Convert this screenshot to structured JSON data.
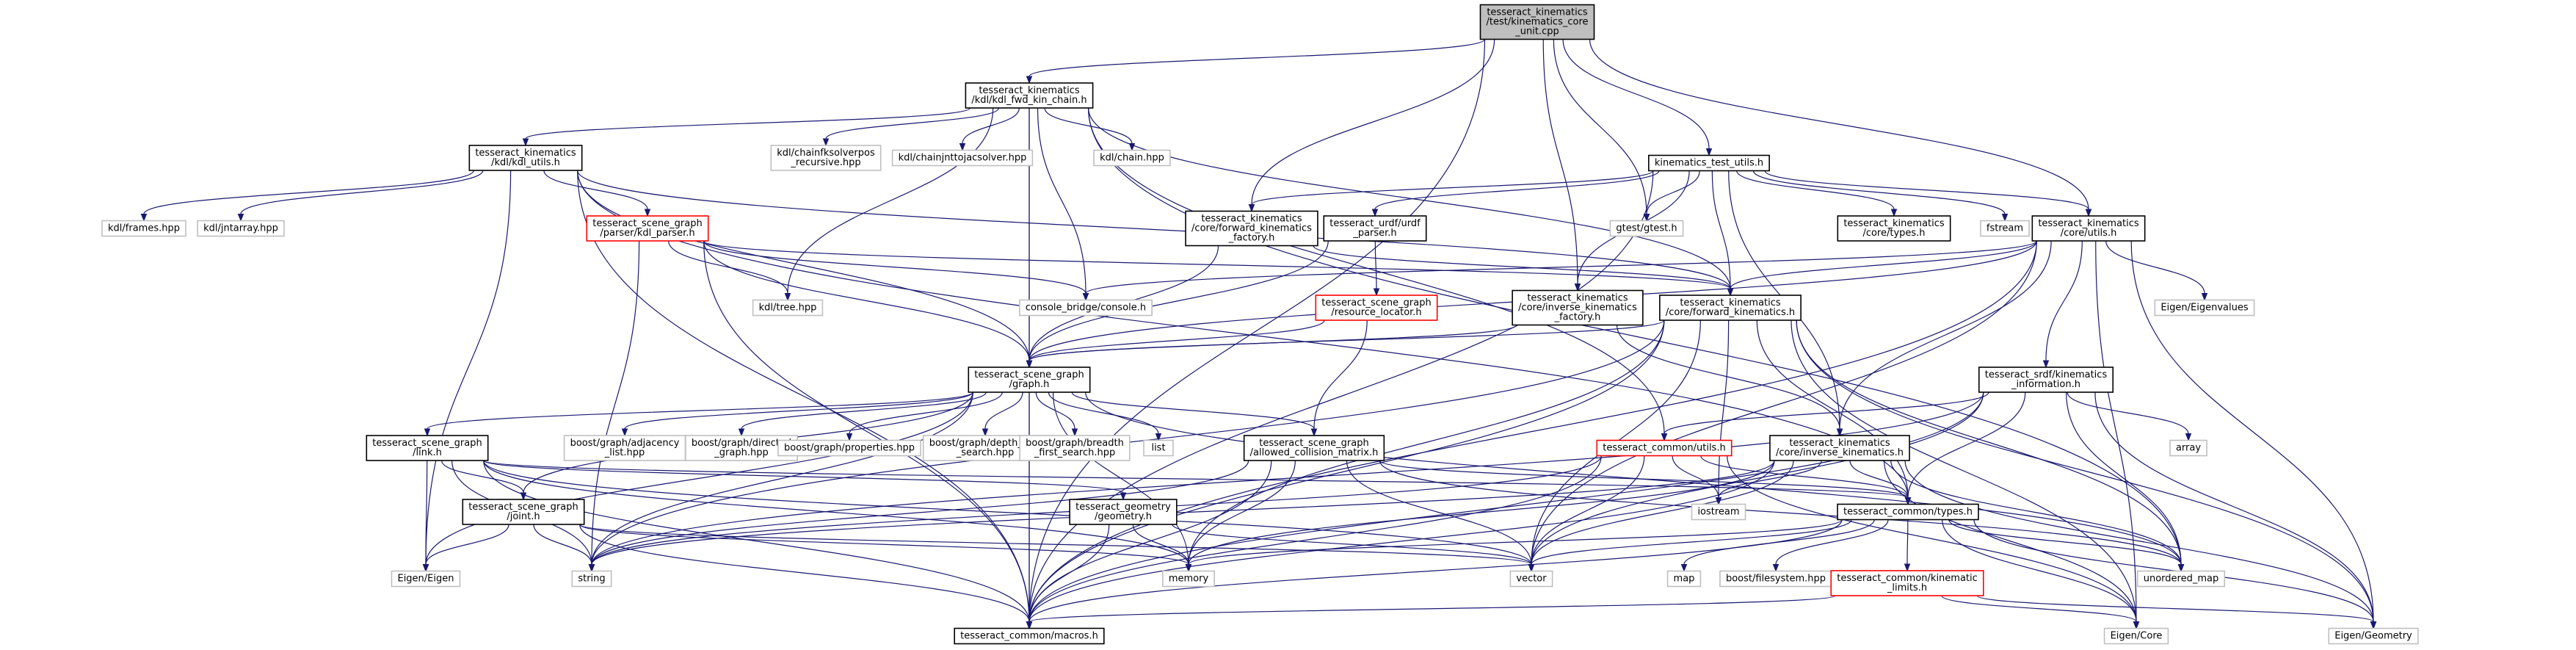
{
  "diagram": {
    "type": "include-dependency-graph",
    "colors": {
      "edge": "#191970",
      "root_fill": "#bfbfbf",
      "normal_border": "#000000",
      "truncated_border": "#ff0000",
      "external_border": "#bfbfbf"
    },
    "nodes": [
      {
        "id": "root",
        "style": "root",
        "lines": [
          "tesseract_kinematics",
          "/test/kinematics_core",
          "_unit.cpp"
        ]
      },
      {
        "id": "kdl_fwd",
        "style": "normal",
        "lines": [
          "tesseract_kinematics",
          "/kdl/kdl_fwd_kin_chain.h"
        ]
      },
      {
        "id": "kin_test_utils",
        "style": "normal",
        "lines": [
          "kinematics_test_utils.h"
        ]
      },
      {
        "id": "kdl_utils",
        "style": "normal",
        "lines": [
          "tesseract_kinematics",
          "/kdl/kdl_utils.h"
        ]
      },
      {
        "id": "chainfk",
        "style": "grey",
        "lines": [
          "kdl/chainfksolverpos",
          "_recursive.hpp"
        ]
      },
      {
        "id": "chainjnt",
        "style": "grey",
        "lines": [
          "kdl/chainjnttojacsolver.hpp"
        ]
      },
      {
        "id": "kdlchain",
        "style": "grey",
        "lines": [
          "kdl/chain.hpp"
        ]
      },
      {
        "id": "kdlframes",
        "style": "grey",
        "lines": [
          "kdl/frames.hpp"
        ]
      },
      {
        "id": "kdljntarray",
        "style": "grey",
        "lines": [
          "kdl/jntarray.hpp"
        ]
      },
      {
        "id": "kdl_parser",
        "style": "red",
        "lines": [
          "tesseract_scene_graph",
          "/parser/kdl_parser.h"
        ]
      },
      {
        "id": "kdltree",
        "style": "grey",
        "lines": [
          "kdl/tree.hpp"
        ]
      },
      {
        "id": "fwd_kin_factory",
        "style": "normal",
        "lines": [
          "tesseract_kinematics",
          "/core/forward_kinematics",
          "_factory.h"
        ]
      },
      {
        "id": "urdf_parser",
        "style": "normal",
        "lines": [
          "tesseract_urdf/urdf",
          "_parser.h"
        ]
      },
      {
        "id": "gtest",
        "style": "grey",
        "lines": [
          "gtest/gtest.h"
        ]
      },
      {
        "id": "core_types",
        "style": "normal",
        "lines": [
          "tesseract_kinematics",
          "/core/types.h"
        ]
      },
      {
        "id": "fstream",
        "style": "grey",
        "lines": [
          "fstream"
        ]
      },
      {
        "id": "core_utils",
        "style": "normal",
        "lines": [
          "tesseract_kinematics",
          "/core/utils.h"
        ]
      },
      {
        "id": "console_bridge",
        "style": "grey",
        "lines": [
          "console_bridge/console.h"
        ]
      },
      {
        "id": "resource_locator",
        "style": "red",
        "lines": [
          "tesseract_scene_graph",
          "/resource_locator.h"
        ]
      },
      {
        "id": "inv_kin_factory",
        "style": "normal",
        "lines": [
          "tesseract_kinematics",
          "/core/inverse_kinematics",
          "_factory.h"
        ]
      },
      {
        "id": "fwd_kin",
        "style": "normal",
        "lines": [
          "tesseract_kinematics",
          "/core/forward_kinematics.h"
        ]
      },
      {
        "id": "eigenvalues",
        "style": "grey",
        "lines": [
          "Eigen/Eigenvalues"
        ]
      },
      {
        "id": "graph",
        "style": "normal",
        "lines": [
          "tesseract_scene_graph",
          "/graph.h"
        ]
      },
      {
        "id": "srdf_kin",
        "style": "normal",
        "lines": [
          "tesseract_srdf/kinematics",
          "_information.h"
        ]
      },
      {
        "id": "link",
        "style": "normal",
        "lines": [
          "tesseract_scene_graph",
          "/link.h"
        ]
      },
      {
        "id": "adjlist",
        "style": "grey",
        "lines": [
          "boost/graph/adjacency",
          "_list.hpp"
        ]
      },
      {
        "id": "directed",
        "style": "grey",
        "lines": [
          "boost/graph/directed",
          "_graph.hpp"
        ]
      },
      {
        "id": "properties",
        "style": "grey",
        "lines": [
          "boost/graph/properties.hpp"
        ]
      },
      {
        "id": "dfs",
        "style": "grey",
        "lines": [
          "boost/graph/depth_first",
          "_search.hpp"
        ]
      },
      {
        "id": "bfs",
        "style": "grey",
        "lines": [
          "boost/graph/breadth",
          "_first_search.hpp"
        ]
      },
      {
        "id": "list",
        "style": "grey",
        "lines": [
          "list"
        ]
      },
      {
        "id": "acm",
        "style": "normal",
        "lines": [
          "tesseract_scene_graph",
          "/allowed_collision_matrix.h"
        ]
      },
      {
        "id": "common_utils",
        "style": "red",
        "lines": [
          "tesseract_common/utils.h"
        ]
      },
      {
        "id": "inv_kin",
        "style": "normal",
        "lines": [
          "tesseract_kinematics",
          "/core/inverse_kinematics.h"
        ]
      },
      {
        "id": "array",
        "style": "grey",
        "lines": [
          "array"
        ]
      },
      {
        "id": "joint",
        "style": "normal",
        "lines": [
          "tesseract_scene_graph",
          "/joint.h"
        ]
      },
      {
        "id": "geometry",
        "style": "normal",
        "lines": [
          "tesseract_geometry",
          "/geometry.h"
        ]
      },
      {
        "id": "iostream",
        "style": "grey",
        "lines": [
          "iostream"
        ]
      },
      {
        "id": "common_types",
        "style": "normal",
        "lines": [
          "tesseract_common/types.h"
        ]
      },
      {
        "id": "eigen_eigen",
        "style": "grey",
        "lines": [
          "Eigen/Eigen"
        ]
      },
      {
        "id": "string",
        "style": "grey",
        "lines": [
          "string"
        ]
      },
      {
        "id": "memory",
        "style": "grey",
        "lines": [
          "memory"
        ]
      },
      {
        "id": "vector",
        "style": "grey",
        "lines": [
          "vector"
        ]
      },
      {
        "id": "map",
        "style": "grey",
        "lines": [
          "map"
        ]
      },
      {
        "id": "filesystem",
        "style": "grey",
        "lines": [
          "boost/filesystem.hpp"
        ]
      },
      {
        "id": "kinematic_limits",
        "style": "red",
        "lines": [
          "tesseract_common/kinematic",
          "_limits.h"
        ]
      },
      {
        "id": "unordered_map",
        "style": "grey",
        "lines": [
          "unordered_map"
        ]
      },
      {
        "id": "macros",
        "style": "normal",
        "lines": [
          "tesseract_common/macros.h"
        ]
      },
      {
        "id": "eigen_core",
        "style": "grey",
        "lines": [
          "Eigen/Core"
        ]
      },
      {
        "id": "eigen_geometry",
        "style": "grey",
        "lines": [
          "Eigen/Geometry"
        ]
      }
    ],
    "edges": [
      [
        "root",
        "kdl_fwd"
      ],
      [
        "root",
        "kin_test_utils"
      ],
      [
        "root",
        "fwd_kin_factory"
      ],
      [
        "root",
        "inv_kin_factory"
      ],
      [
        "root",
        "gtest"
      ],
      [
        "root",
        "core_utils"
      ],
      [
        "root",
        "macros"
      ],
      [
        "kdl_fwd",
        "kdl_utils"
      ],
      [
        "kdl_fwd",
        "chainfk"
      ],
      [
        "kdl_fwd",
        "chainjnt"
      ],
      [
        "kdl_fwd",
        "kdlchain"
      ],
      [
        "kdl_fwd",
        "kdltree"
      ],
      [
        "kdl_fwd",
        "console_bridge"
      ],
      [
        "kdl_fwd",
        "graph"
      ],
      [
        "kdl_fwd",
        "fwd_kin"
      ],
      [
        "kdl_fwd",
        "common_utils"
      ],
      [
        "kdl_fwd",
        "unordered_map"
      ],
      [
        "kdl_fwd",
        "macros"
      ],
      [
        "kdl_utils",
        "kdlframes"
      ],
      [
        "kdl_utils",
        "kdljntarray"
      ],
      [
        "kdl_utils",
        "kdl_parser"
      ],
      [
        "kdl_utils",
        "graph"
      ],
      [
        "kdl_utils",
        "fwd_kin"
      ],
      [
        "kdl_utils",
        "common_types"
      ],
      [
        "kdl_utils",
        "eigen_eigen"
      ],
      [
        "kdl_utils",
        "macros"
      ],
      [
        "kdl_parser",
        "kdltree"
      ],
      [
        "kdl_parser",
        "console_bridge"
      ],
      [
        "kdl_parser",
        "graph"
      ],
      [
        "kdl_parser",
        "fwd_kin"
      ],
      [
        "kdl_parser",
        "string"
      ],
      [
        "kdl_parser",
        "macros"
      ],
      [
        "kin_test_utils",
        "fwd_kin_factory"
      ],
      [
        "kin_test_utils",
        "urdf_parser"
      ],
      [
        "kin_test_utils",
        "gtest"
      ],
      [
        "kin_test_utils",
        "core_types"
      ],
      [
        "kin_test_utils",
        "fstream"
      ],
      [
        "kin_test_utils",
        "core_utils"
      ],
      [
        "kin_test_utils",
        "inv_kin_factory"
      ],
      [
        "kin_test_utils",
        "fwd_kin"
      ],
      [
        "kin_test_utils",
        "inv_kin"
      ],
      [
        "kin_test_utils",
        "macros"
      ],
      [
        "fwd_kin_factory",
        "graph"
      ],
      [
        "fwd_kin_factory",
        "fwd_kin"
      ],
      [
        "urdf_parser",
        "resource_locator"
      ],
      [
        "urdf_parser",
        "graph"
      ],
      [
        "resource_locator",
        "graph"
      ],
      [
        "resource_locator",
        "acm"
      ],
      [
        "inv_kin_factory",
        "graph"
      ],
      [
        "inv_kin_factory",
        "inv_kin"
      ],
      [
        "core_utils",
        "console_bridge"
      ],
      [
        "core_utils",
        "fwd_kin"
      ],
      [
        "core_utils",
        "inv_kin"
      ],
      [
        "core_utils",
        "eigenvalues"
      ],
      [
        "core_utils",
        "srdf_kin"
      ],
      [
        "core_utils",
        "graph"
      ],
      [
        "core_utils",
        "vector"
      ],
      [
        "core_utils",
        "eigen_core"
      ],
      [
        "core_utils",
        "eigen_geometry"
      ],
      [
        "core_utils",
        "macros"
      ],
      [
        "fwd_kin",
        "graph"
      ],
      [
        "fwd_kin",
        "common_types"
      ],
      [
        "fwd_kin",
        "vector"
      ],
      [
        "fwd_kin",
        "memory"
      ],
      [
        "fwd_kin",
        "string"
      ],
      [
        "fwd_kin",
        "iostream"
      ],
      [
        "fwd_kin",
        "unordered_map"
      ],
      [
        "fwd_kin",
        "eigen_core"
      ],
      [
        "fwd_kin",
        "eigen_geometry"
      ],
      [
        "fwd_kin",
        "macros"
      ],
      [
        "srdf_kin",
        "common_utils"
      ],
      [
        "srdf_kin",
        "common_types"
      ],
      [
        "srdf_kin",
        "array"
      ],
      [
        "srdf_kin",
        "unordered_map"
      ],
      [
        "srdf_kin",
        "string"
      ],
      [
        "srdf_kin",
        "vector"
      ],
      [
        "srdf_kin",
        "eigen_geometry"
      ],
      [
        "srdf_kin",
        "macros"
      ],
      [
        "graph",
        "link"
      ],
      [
        "graph",
        "adjlist"
      ],
      [
        "graph",
        "directed"
      ],
      [
        "graph",
        "properties"
      ],
      [
        "graph",
        "dfs"
      ],
      [
        "graph",
        "bfs"
      ],
      [
        "graph",
        "list"
      ],
      [
        "graph",
        "acm"
      ],
      [
        "graph",
        "joint"
      ],
      [
        "graph",
        "string"
      ],
      [
        "graph",
        "memory"
      ],
      [
        "graph",
        "unordered_map"
      ],
      [
        "graph",
        "eigen_eigen"
      ],
      [
        "graph",
        "macros"
      ],
      [
        "link",
        "joint"
      ],
      [
        "link",
        "geometry"
      ],
      [
        "link",
        "eigen_eigen"
      ],
      [
        "link",
        "string"
      ],
      [
        "link",
        "memory"
      ],
      [
        "link",
        "vector"
      ],
      [
        "link",
        "common_types"
      ],
      [
        "link",
        "macros"
      ],
      [
        "acm",
        "common_types"
      ],
      [
        "acm",
        "string"
      ],
      [
        "acm",
        "vector"
      ],
      [
        "acm",
        "memory"
      ],
      [
        "acm",
        "unordered_map"
      ],
      [
        "acm",
        "macros"
      ],
      [
        "joint",
        "eigen_eigen"
      ],
      [
        "joint",
        "string"
      ],
      [
        "joint",
        "vector"
      ],
      [
        "joint",
        "memory"
      ],
      [
        "joint",
        "macros"
      ],
      [
        "geometry",
        "memory"
      ],
      [
        "geometry",
        "vector"
      ],
      [
        "geometry",
        "macros"
      ],
      [
        "common_utils",
        "iostream"
      ],
      [
        "common_utils",
        "vector"
      ],
      [
        "common_utils",
        "string"
      ],
      [
        "common_utils",
        "common_types"
      ],
      [
        "common_utils",
        "eigen_core"
      ],
      [
        "common_utils",
        "macros"
      ],
      [
        "inv_kin",
        "common_types"
      ],
      [
        "inv_kin",
        "iostream"
      ],
      [
        "inv_kin",
        "vector"
      ],
      [
        "inv_kin",
        "memory"
      ],
      [
        "inv_kin",
        "eigen_core"
      ],
      [
        "inv_kin",
        "unordered_map"
      ],
      [
        "inv_kin",
        "eigen_geometry"
      ],
      [
        "inv_kin",
        "string"
      ],
      [
        "inv_kin",
        "macros"
      ],
      [
        "common_types",
        "vector"
      ],
      [
        "common_types",
        "memory"
      ],
      [
        "common_types",
        "map"
      ],
      [
        "common_types",
        "filesystem"
      ],
      [
        "common_types",
        "kinematic_limits"
      ],
      [
        "common_types",
        "unordered_map"
      ],
      [
        "common_types",
        "eigen_core"
      ],
      [
        "common_types",
        "eigen_geometry"
      ],
      [
        "common_types",
        "macros"
      ],
      [
        "kinematic_limits",
        "eigen_core"
      ],
      [
        "kinematic_limits",
        "eigen_geometry"
      ],
      [
        "kinematic_limits",
        "macros"
      ]
    ]
  }
}
